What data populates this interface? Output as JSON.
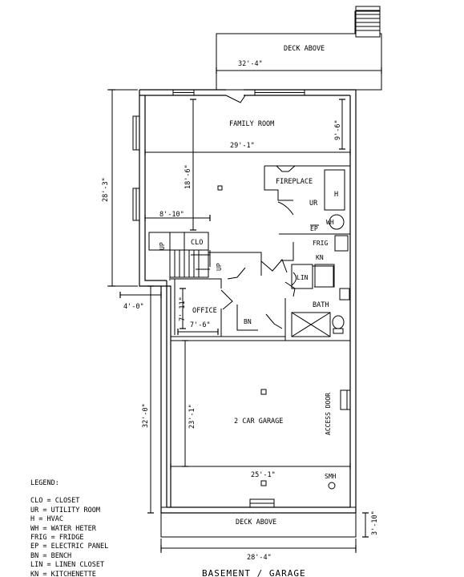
{
  "title": "BASEMENT / GARAGE",
  "rooms": {
    "deck_above_top": "DECK ABOVE",
    "family_room": "FAMILY ROOM",
    "fireplace": "FIREPLACE",
    "utility_room": "UR",
    "hvac": "H",
    "water_heater": "WH",
    "electric_panel": "EP",
    "closet": "CLO",
    "fridge": "FRIG",
    "kitchenette": "KN",
    "linen_closet": "LIN",
    "bath": "BATH",
    "office": "OFFICE",
    "bench": "BN",
    "garage": "2 CAR GARAGE",
    "access_door": "ACCESS DOOR",
    "smh": "SMH",
    "deck_above_bottom": "DECK ABOVE",
    "up_stair_1": "UP",
    "up_stair_2": "UP"
  },
  "dimensions": {
    "deck_width": "32'-4\"",
    "family_room_depth": "9'-6\"",
    "family_room_width": "29'-1\"",
    "upper_depth": "18'-6\"",
    "stair_width": "8'-10\"",
    "upper_total_depth": "28'-3\"",
    "offset": "4'-0\"",
    "office_depth": "7'-11\"",
    "office_width": "7'-6\"",
    "garage_depth": "23'-1\"",
    "garage_width": "25'-1\"",
    "lower_total_depth": "32'-0\"",
    "bottom_deck_depth": "3'-10\"",
    "overall_width": "28'-4\""
  },
  "legend": {
    "heading": "LEGEND:",
    "items": [
      "CLO = CLOSET",
      "UR = UTILITY ROOM",
      "H = HVAC",
      "WH = WATER HETER",
      "FRIG = FRIDGE",
      "EP = ELECTRIC PANEL",
      "BN =  BENCH",
      "LIN = LINEN CLOSET",
      "KN = KITCHENETTE"
    ]
  }
}
